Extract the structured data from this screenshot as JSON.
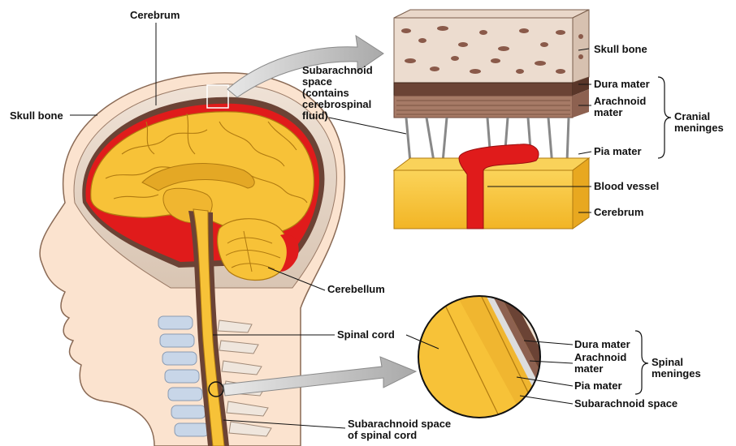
{
  "labels": {
    "cerebrum_top": "Cerebrum",
    "skull_bone_left": "Skull bone",
    "subarachnoid_space_cranial": "Subarachnoid\nspace\n(contains\ncerebrospinal\nfluid)",
    "skull_bone_right": "Skull bone",
    "dura_mater_cranial": "Dura mater",
    "arachnoid_mater_cranial": "Arachnoid\nmater",
    "cranial_meninges": "Cranial\nmeninges",
    "pia_mater_cranial": "Pia mater",
    "blood_vessel": "Blood vessel",
    "cerebrum_right": "Cerebrum",
    "cerebellum": "Cerebellum",
    "spinal_cord": "Spinal cord",
    "dura_mater_spinal": "Dura mater",
    "arachnoid_mater_spinal": "Arachnoid\nmater",
    "spinal_meninges": "Spinal\nmeninges",
    "pia_mater_spinal": "Pia mater",
    "subarachnoid_space_spinal": "Subarachnoid space",
    "subarachnoid_space_of_spinal_cord": "Subarachnoid space\nof spinal cord"
  },
  "colors": {
    "skin": "#fbe3cf",
    "skin_outline": "#8a6a55",
    "bone": "#efe6dd",
    "brain": "#f7c238",
    "brain_dark": "#c48a10",
    "csf_red": "#e01b1b",
    "dura": "#6b4335",
    "vertebra": "#c8d6e8",
    "arrow": "#c9c9c9"
  }
}
